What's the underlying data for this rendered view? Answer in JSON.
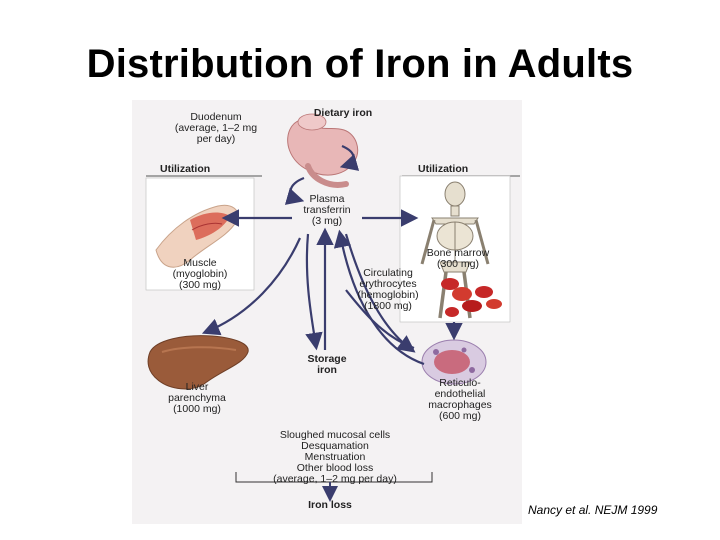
{
  "slide": {
    "title": "Distribution of Iron in Adults",
    "citation": "Nancy et al. NEJM 1999"
  },
  "diagram": {
    "dietary_iron": "Dietary iron",
    "duodenum": "Duodenum\n(average, 1–2 mg\nper day)",
    "utilization_left": "Utilization",
    "utilization_right": "Utilization",
    "plasma_transferrin": "Plasma\ntransferrin\n(3 mg)",
    "muscle": "Muscle\n(myoglobin)\n(300 mg)",
    "bone_marrow": "Bone marrow\n(300 mg)",
    "circulating_erythrocytes": "Circulating\nerythrocytes\n(hemoglobin)\n(1800 mg)",
    "storage_iron": "Storage\niron",
    "liver": "Liver\nparenchyma\n(1000 mg)",
    "reticuloendothelial": "Reticulo-\nendothelial\nmacrophages\n(600 mg)",
    "losses": "Sloughed mucosal cells\nDesquamation\nMenstruation\nOther blood loss\n(average, 1–2 mg per day)",
    "iron_loss": "Iron loss"
  },
  "colors": {
    "arrow": "#3a3d6e",
    "tissue_red": "#c0392b",
    "liver_brown": "#9a5b3a",
    "background": "#f4f2f3"
  }
}
